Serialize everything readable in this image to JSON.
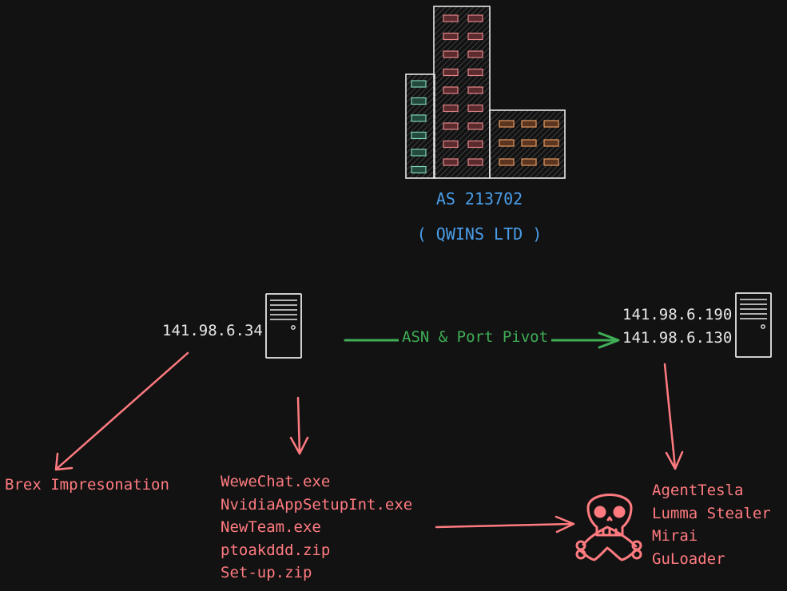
{
  "asn": {
    "number": "AS 213702",
    "name": "( QWINS LTD )"
  },
  "server_left": {
    "ip": "141.98.6.34"
  },
  "server_right": {
    "ips": [
      "141.98.6.190",
      "141.98.6.130"
    ]
  },
  "pivot": {
    "label": "ASN & Port Pivot"
  },
  "impersonation": {
    "label": "Brex Impresonation"
  },
  "files": [
    "WeweChat.exe",
    "NvidiaAppSetupInt.exe",
    "NewTeam.exe",
    "ptoakddd.zip",
    "Set-up.zip"
  ],
  "malware": [
    "AgentTesla",
    "Lumma Stealer",
    "Mirai",
    "GuLoader"
  ],
  "colors": {
    "background": "#121212",
    "asn_blue": "#4a9eea",
    "malicious_red": "#ff7b80",
    "pivot_green": "#3fae56",
    "ip_white": "#e8e8e8"
  },
  "icons": {
    "building": "building-icon",
    "server": "server-icon",
    "skull": "skull-crossbones-icon"
  }
}
